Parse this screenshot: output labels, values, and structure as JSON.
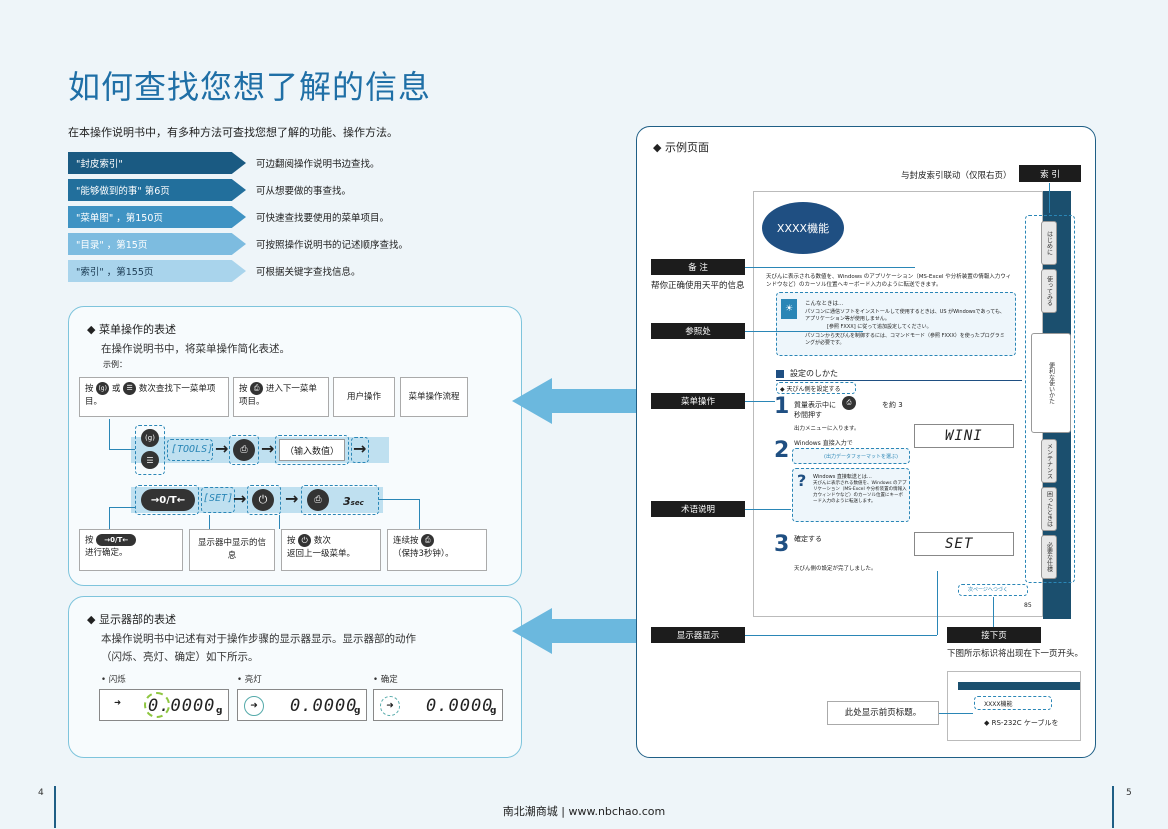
{
  "title": "如何查找您想了解的信息",
  "intro": "在本操作说明书中，有多种方法可查找您想了解的功能、操作方法。",
  "methods": [
    {
      "tag": "\"封皮索引\"",
      "desc": "可边翻阅操作说明书边查找。",
      "color": "#1a5a82"
    },
    {
      "tag": "\"能够做到的事\" 第6页",
      "desc": "可从想要做的事查找。",
      "color": "#226f9c"
    },
    {
      "tag": "\"菜单图\" ，第150页",
      "desc": "可快速查找要使用的菜单项目。",
      "color": "#3f93c3"
    },
    {
      "tag": "\"目录\" ，第15页",
      "desc": "可按照操作说明书的记述顺序查找。",
      "color": "#7dbce0"
    },
    {
      "tag": "\"索引\" ，第155页",
      "desc": "可根据关键字查找信息。",
      "color": "#a9d4ec"
    }
  ],
  "menu_panel": {
    "title": "◆ 菜单操作的表述",
    "subtitle": "在操作说明书中，将菜单操作简化表述。",
    "example": "示例：",
    "top_labels": {
      "press_a_1": "按",
      "press_a_2": "或",
      "press_a_3": "数次查找下一菜单项目。",
      "press_b_1": "按",
      "press_b_2": "进入下一菜单项目。",
      "user_op": "用户操作",
      "flow": "菜单操作流程"
    },
    "flow": {
      "tools": "[TOOLS]",
      "input": "（输入数值）",
      "zero": "→0/T←",
      "set": "[SET]",
      "hold": "3",
      "sec": "sec"
    },
    "bottom_labels": {
      "confirm_1": "按",
      "confirm_2": "进行确定。",
      "display_info": "显示器中显示的信息",
      "return_1": "按",
      "return_2": "数次",
      "return_3": "返回上一级菜单。",
      "hold_1": "连续按",
      "hold_2": "（保持3秒钟）。"
    },
    "zero_btn": "→0/T←"
  },
  "display_panel": {
    "title": "◆ 显示器部的表述",
    "line1": "本操作说明书中记述有对于操作步骤的显示器显示。显示器部的动作",
    "line2": "（闪烁、亮灯、确定）如下所示。",
    "states": [
      {
        "caption": "• 闪烁",
        "value": "0.0000",
        "unit": "g"
      },
      {
        "caption": "• 亮灯",
        "value": "0.0000",
        "unit": "g"
      },
      {
        "caption": "• 确定",
        "value": "0.0000",
        "unit": "g"
      }
    ]
  },
  "example_page": {
    "heading": "◆ 示例页面",
    "index_note": "与封皮索引联动（仅限右页）",
    "index_label": "索 引",
    "feature": "XXXX機能",
    "notes_label": "备 注",
    "notes_desc": "帮你正确使用天平的信息",
    "ref_label": "参照处",
    "menu_label": "菜单操作",
    "term_label": "术语说明",
    "display_label": "显示器显示",
    "next_label": "接下页",
    "next_desc": "下图所示标识将出现在下一页开头。",
    "prev_title": "此处显示前页标题。",
    "prev_box": "XXXX機能",
    "rs232": "◆ RS-232C ケーブルを",
    "section_title": "設定のしかた",
    "sub_heading": "◆ 天びん側を設定する",
    "step1": "質量表示中に",
    "step1b": "を約 3",
    "step1c": "秒間押す",
    "step1d": "出力メニューに入ります。",
    "step2": "Windows 直接入力で",
    "step2b": "(出力データフォーマットを選ぶ)",
    "step3": "確定する",
    "step3b": "天びん側の設定が完了しました。",
    "lcd1": "WINI",
    "lcd2": "SET",
    "next_page_hint": "次ページへつづく",
    "page_no": "85",
    "tab_labels": [
      "はじめに",
      "使ってみる",
      "便利な使いかた",
      "メンテナンス",
      "困ったときは",
      "必要な仕様"
    ],
    "body_text": "天びんに表示される数値を、Windows のアプリケーション（MS-Excel や分析装置の情報入力ウィンドウなど）のカーソル位置へキーボード入力のように転送できます。",
    "memo_title": "こんなときは…",
    "memo_1": "パソコンに通信ソフトをインストールして使用するときは、US がWindowsであっても、アプリケーション等が使用しません。",
    "memo_1b": "[参照 FXXX] に従って追加設定してください。",
    "memo_2": "パソコンから天びんを制御するには、コマンドモード（参照 FXXX）を使ったプログラミングが必要です。",
    "term_title": "Windows 直接転送とは…",
    "term_body": "天びんに表示される数値を、Windows のアプリケーション（MS-Excel や分析装置の情報入力ウィンドウなど）のカーソル位置にキーボード入力のように転送します。"
  },
  "footer": {
    "left_page": "4",
    "right_page": "5",
    "site": "南北潮商城 | www.nbchao.com"
  }
}
